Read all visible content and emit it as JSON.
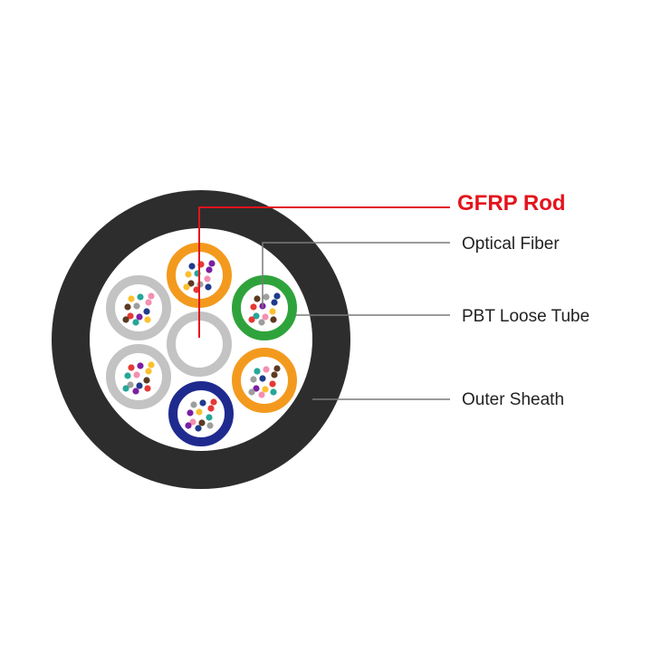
{
  "labels": {
    "gfrp_rod": "GFRP Rod",
    "optical_fiber": "Optical Fiber",
    "pbt_loose_tube": "PBT Loose Tube",
    "outer_sheath": "Outer Sheath"
  },
  "colors": {
    "sheath": "#2d2d2d",
    "core_background": "#ffffff",
    "gfrp_rod_ring": "#c3c3c3",
    "gfrp_leader": "#e3141c",
    "gfrp_text": "#e3141c",
    "leader_line": "#7a7a7a",
    "label_text": "#222222",
    "tube_orange": "#f39a1e",
    "tube_green": "#2fa33b",
    "tube_blue": "#1f2a8f",
    "tube_gray": "#c3c3c3",
    "fiber_colors": [
      "#1f3b8c",
      "#e53935",
      "#7b1fa2",
      "#fbc02d",
      "#26a69a",
      "#f48fb1",
      "#5c3a21",
      "#9e9e9e"
    ]
  },
  "tubes": [
    {
      "id": "tube-top",
      "color_key": "tube_orange"
    },
    {
      "id": "tube-upper-left",
      "color_key": "tube_gray"
    },
    {
      "id": "tube-upper-right",
      "color_key": "tube_green"
    },
    {
      "id": "tube-lower-left",
      "color_key": "tube_gray"
    },
    {
      "id": "tube-lower-right",
      "color_key": "tube_orange"
    },
    {
      "id": "tube-bottom",
      "color_key": "tube_blue"
    }
  ]
}
